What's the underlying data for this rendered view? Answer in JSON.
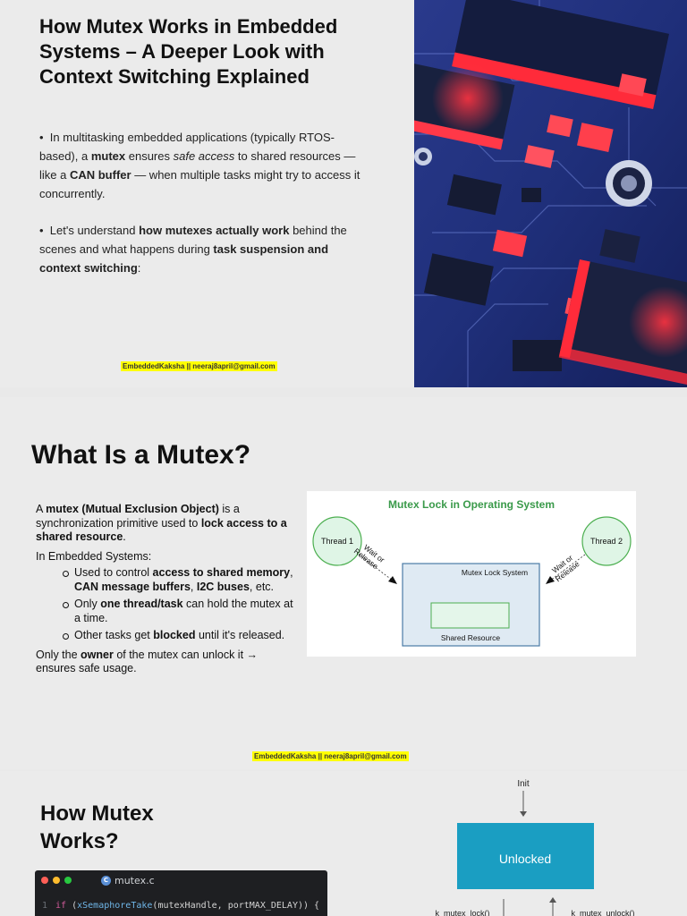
{
  "slide1": {
    "title": "How Mutex Works in Embedded Systems – A Deeper Look with Context Switching Explained",
    "bullet1": {
      "p1": "In multitasking embedded applications (typically RTOS-based), a ",
      "b1": "mutex",
      "p2": " ensures ",
      "i1": "safe access",
      "p3": " to shared resources — like a ",
      "b2": "CAN buffer",
      "p4": " — when multiple tasks might try to access it concurrently."
    },
    "bullet2": {
      "p1": "Let's understand ",
      "b1": "how mutexes actually work",
      "p2": " behind the scenes and what happens during ",
      "b2": "task suspension and context switching",
      "p3": ":"
    },
    "watermark": "EmbeddedKaksha  ||  neeraj8april@gmail.com",
    "image_icon": "circuit-board-photo"
  },
  "slide2": {
    "title": "What Is a Mutex?",
    "intro": {
      "p1": "A ",
      "b1": "mutex (Mutual Exclusion Object)",
      "p2": " is a synchronization primitive used to ",
      "b2": "lock access to a shared resource",
      "p3": "."
    },
    "subhead": "In Embedded Systems:",
    "items": [
      {
        "p1": "Used to control ",
        "b1": "access to shared memory",
        "p2": ", ",
        "b2": "CAN message buffers",
        "p3": ", ",
        "b3": "I2C buses",
        "p4": ", etc."
      },
      {
        "p1": "Only ",
        "b1": "one thread/task",
        "p2": " can hold the mutex at a time."
      },
      {
        "p1": "Other tasks get ",
        "b1": "blocked",
        "p2": " until it's released."
      }
    ],
    "outro": {
      "p1": "Only the ",
      "b1": "owner",
      "p2": " of the mutex can unlock it → ensures safe usage."
    },
    "diagram": {
      "title": "Mutex Lock in Operating System",
      "thread1": "Thread 1",
      "thread2": "Thread 2",
      "wait1_a": "Wait or",
      "wait1_b": "Release",
      "wait2_a": "Wait or",
      "wait2_b": "Release",
      "system": "Mutex Lock System",
      "resource": "Shared Resource",
      "colors": {
        "title": "#3a9a4a",
        "circle_fill": "#dff5e6",
        "circle_stroke": "#4caf50",
        "box_fill": "#dfeaf3",
        "box_stroke": "#4a7ba6",
        "inner_fill": "#e4f6ea",
        "inner_stroke": "#4caf50"
      }
    },
    "watermark": "EmbeddedKaksha  ||  neeraj8april@gmail.com"
  },
  "slide3": {
    "title": "How Mutex Works?",
    "code": {
      "filename": "mutex.c",
      "line_no": "1",
      "kw": "if",
      "open": " (",
      "fn": "xSemaphoreTake",
      "args": "(mutexHandle, portMAX_DELAY)) {"
    },
    "state": {
      "init": "Init",
      "unlocked": "Unlocked",
      "lock_call": "k_mutex_lock()",
      "unlock_call": "k_mutex_unlock()",
      "color": "#1a9ec2"
    }
  }
}
